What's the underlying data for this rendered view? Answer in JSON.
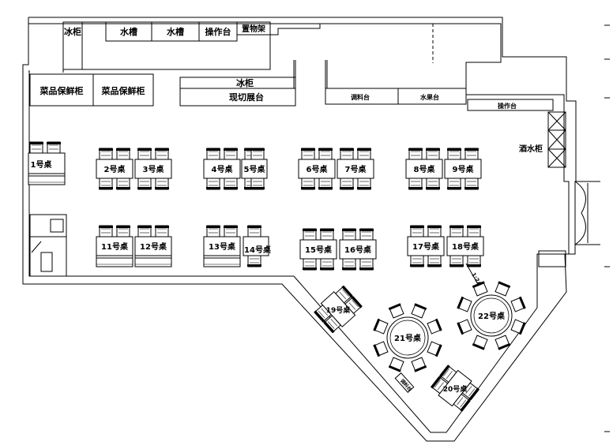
{
  "kitchen": {
    "fridge_label": "冰柜",
    "sink_1_label": "水槽",
    "sink_2_label": "水槽",
    "worktable_label": "操作台",
    "shelf_label": "置物架",
    "veg_cabinet_1_label": "菜品保鲜柜",
    "veg_cabinet_2_label": "菜品保鲜柜",
    "fridge_2_label": "冰柜",
    "display_counter_label": "现切展台",
    "seasoning_counter_label": "调料台",
    "fruit_counter_label": "水果台",
    "counter_label": "操作台",
    "wine_cabinet_label": "酒水柜",
    "small_sign_label": "调料台",
    "ramp_label": "1:2A"
  },
  "tables": [
    {
      "label": "1号桌"
    },
    {
      "label": "2号桌"
    },
    {
      "label": "3号桌"
    },
    {
      "label": "4号桌"
    },
    {
      "label": "5号桌"
    },
    {
      "label": "6号桌"
    },
    {
      "label": "7号桌"
    },
    {
      "label": "8号桌"
    },
    {
      "label": "9号桌"
    },
    {
      "label": "11号桌"
    },
    {
      "label": "12号桌"
    },
    {
      "label": "13号桌"
    },
    {
      "label": "14号桌"
    },
    {
      "label": "15号桌"
    },
    {
      "label": "16号桌"
    },
    {
      "label": "17号桌"
    },
    {
      "label": "18号桌"
    },
    {
      "label": "19号桌"
    },
    {
      "label": "20号桌"
    },
    {
      "label": "21号桌"
    },
    {
      "label": "22号桌"
    }
  ]
}
